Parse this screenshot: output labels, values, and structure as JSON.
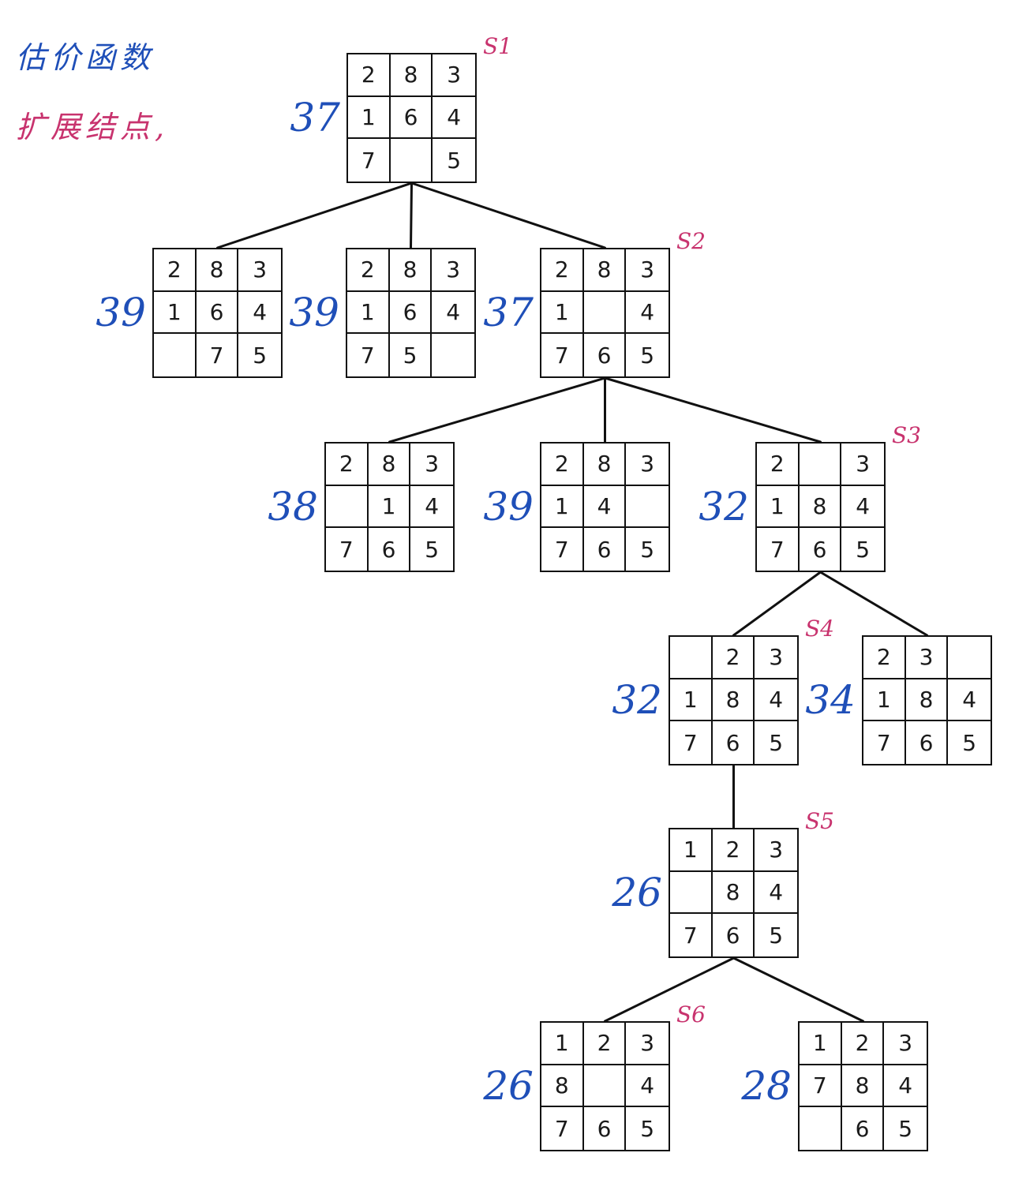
{
  "legend": {
    "heuristic_text": "估价函数",
    "expand_text": "扩展结点,"
  },
  "nodes": [
    {
      "id": "n1",
      "label": "S1",
      "h": "37",
      "cells": [
        "2",
        "8",
        "3",
        "1",
        "6",
        "4",
        "7",
        "",
        "5"
      ]
    },
    {
      "id": "n2a",
      "label": "",
      "h": "39",
      "cells": [
        "2",
        "8",
        "3",
        "1",
        "6",
        "4",
        "",
        "7",
        "5"
      ]
    },
    {
      "id": "n2b",
      "label": "",
      "h": "39",
      "cells": [
        "2",
        "8",
        "3",
        "1",
        "6",
        "4",
        "7",
        "5",
        ""
      ]
    },
    {
      "id": "n2c",
      "label": "S2",
      "h": "37",
      "cells": [
        "2",
        "8",
        "3",
        "1",
        "",
        "4",
        "7",
        "6",
        "5"
      ]
    },
    {
      "id": "n3a",
      "label": "",
      "h": "38",
      "cells": [
        "2",
        "8",
        "3",
        "",
        "1",
        "4",
        "7",
        "6",
        "5"
      ]
    },
    {
      "id": "n3b",
      "label": "",
      "h": "39",
      "cells": [
        "2",
        "8",
        "3",
        "1",
        "4",
        "",
        "7",
        "6",
        "5"
      ]
    },
    {
      "id": "n3c",
      "label": "S3",
      "h": "32",
      "cells": [
        "2",
        "",
        "3",
        "1",
        "8",
        "4",
        "7",
        "6",
        "5"
      ]
    },
    {
      "id": "n4a",
      "label": "S4",
      "h": "32",
      "cells": [
        "",
        "2",
        "3",
        "1",
        "8",
        "4",
        "7",
        "6",
        "5"
      ]
    },
    {
      "id": "n4b",
      "label": "",
      "h": "34",
      "cells": [
        "2",
        "3",
        "",
        "1",
        "8",
        "4",
        "7",
        "6",
        "5"
      ]
    },
    {
      "id": "n5",
      "label": "S5",
      "h": "26",
      "cells": [
        "1",
        "2",
        "3",
        "",
        "8",
        "4",
        "7",
        "6",
        "5"
      ]
    },
    {
      "id": "n6a",
      "label": "S6",
      "h": "26",
      "cells": [
        "1",
        "2",
        "3",
        "8",
        "",
        "4",
        "7",
        "6",
        "5"
      ]
    },
    {
      "id": "n6b",
      "label": "",
      "h": "28",
      "cells": [
        "1",
        "2",
        "3",
        "7",
        "8",
        "4",
        "",
        "6",
        "5"
      ]
    }
  ],
  "edges": [
    [
      "n1",
      "n2a"
    ],
    [
      "n1",
      "n2b"
    ],
    [
      "n1",
      "n2c"
    ],
    [
      "n2c",
      "n3a"
    ],
    [
      "n2c",
      "n3b"
    ],
    [
      "n2c",
      "n3c"
    ],
    [
      "n3c",
      "n4a"
    ],
    [
      "n3c",
      "n4b"
    ],
    [
      "n4a",
      "n5"
    ],
    [
      "n5",
      "n6a"
    ],
    [
      "n5",
      "n6b"
    ]
  ],
  "colors": {
    "heuristic": "#1f4fb8",
    "label": "#c8336e",
    "line": "#111111"
  }
}
